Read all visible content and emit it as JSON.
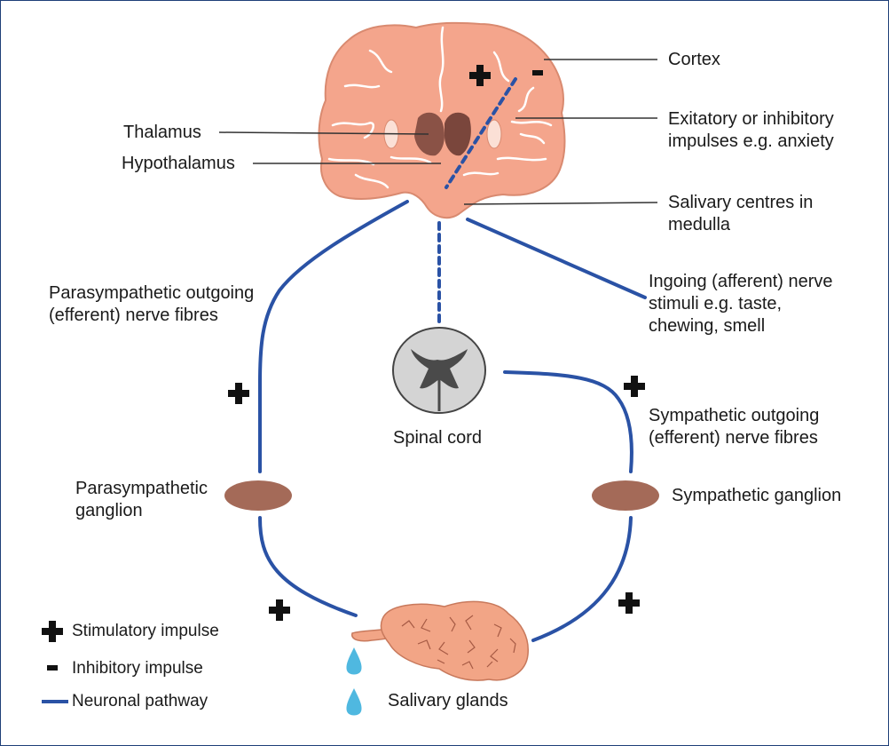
{
  "labels": {
    "cortex": "Cortex",
    "excitatory": "Exitatory or inhibitory\nimpulses e.g. anxiety",
    "thalamus": "Thalamus",
    "hypothalamus": "Hypothalamus",
    "salivary_centres": "Salivary centres in\nmedulla",
    "parasympathetic_outgoing": "Parasympathetic outgoing\n(efferent) nerve fibres",
    "afferent": "Ingoing (afferent) nerve\nstimuli e.g. taste,\nchewing, smell",
    "spinal_cord": "Spinal cord",
    "sympathetic_outgoing": "Sympathetic outgoing\n(efferent) nerve fibres",
    "parasympathetic_ganglion": "Parasympathetic\nganglion",
    "sympathetic_ganglion": "Sympathetic ganglion",
    "salivary_glands": "Salivary glands"
  },
  "legend": {
    "stimulatory": "Stimulatory impulse",
    "inhibitory": "Inhibitory impulse",
    "pathway": "Neuronal pathway"
  },
  "colors": {
    "nerve": "#2a52a5",
    "brain": "#f4a58c",
    "brain_outline": "#d98a70",
    "thalamus": "#8a5246",
    "ganglion": "#a46a58",
    "gland": "#f2a586",
    "spinal_bg": "#d4d4d4",
    "grey_matter": "#4a4a4a",
    "droplet": "#4fb8e0",
    "frame": "#1f3f78"
  },
  "icons": {
    "plus": "plus-sign-icon",
    "minus": "minus-sign-icon",
    "droplet": "saliva-droplet-icon"
  }
}
